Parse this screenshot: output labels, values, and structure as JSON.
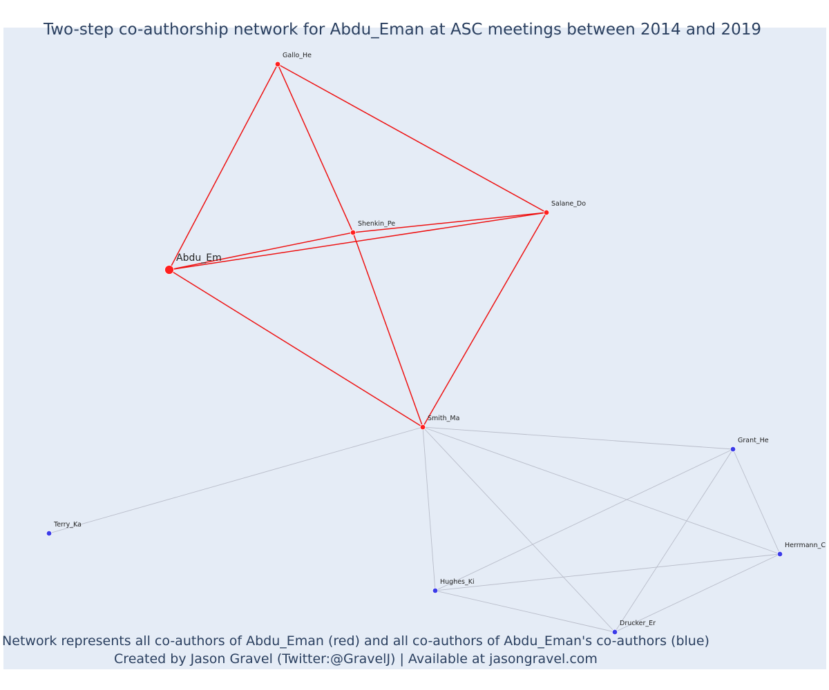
{
  "title": "Two-step co-authorship network for Abdu_Eman at ASC meetings between 2014 and 2019",
  "footer": {
    "line1": "Network represents all co-authors of Abdu_Eman (red) and all co-authors of Abdu_Eman's co-authors (blue)",
    "line2": "Created by Jason Gravel (Twitter:@GravelJ) | Available at jasongravel.com"
  },
  "colors": {
    "background": "#e5ecf6",
    "first_degree": "#ff1f1f",
    "second_degree": "#3b3be8",
    "edge_primary": "#ee1111",
    "edge_secondary": "#b8bcc9"
  },
  "nodes": [
    {
      "id": "Abdu_Em",
      "label": "Abdu_Em",
      "group": "focal"
    },
    {
      "id": "Gallo_He",
      "label": "Gallo_He",
      "group": "first"
    },
    {
      "id": "Salane_Do",
      "label": "Salane_Do",
      "group": "first"
    },
    {
      "id": "Shenkin_Pe",
      "label": "Shenkin_Pe",
      "group": "first"
    },
    {
      "id": "Smith_Ma",
      "label": "Smith_Ma",
      "group": "first"
    },
    {
      "id": "Grant_He",
      "label": "Grant_He",
      "group": "second"
    },
    {
      "id": "Terry_Ka",
      "label": "Terry_Ka",
      "group": "second"
    },
    {
      "id": "Herrmann_C",
      "label": "Herrmann_C",
      "group": "second"
    },
    {
      "id": "Hughes_Ki",
      "label": "Hughes_Ki",
      "group": "second"
    },
    {
      "id": "Drucker_Er",
      "label": "Drucker_Er",
      "group": "second"
    }
  ],
  "edges": [
    {
      "source": "Abdu_Em",
      "target": "Gallo_He",
      "type": "primary"
    },
    {
      "source": "Abdu_Em",
      "target": "Shenkin_Pe",
      "type": "primary"
    },
    {
      "source": "Abdu_Em",
      "target": "Salane_Do",
      "type": "primary"
    },
    {
      "source": "Abdu_Em",
      "target": "Smith_Ma",
      "type": "primary"
    },
    {
      "source": "Gallo_He",
      "target": "Shenkin_Pe",
      "type": "primary"
    },
    {
      "source": "Gallo_He",
      "target": "Salane_Do",
      "type": "primary"
    },
    {
      "source": "Shenkin_Pe",
      "target": "Salane_Do",
      "type": "primary"
    },
    {
      "source": "Shenkin_Pe",
      "target": "Smith_Ma",
      "type": "primary"
    },
    {
      "source": "Salane_Do",
      "target": "Smith_Ma",
      "type": "primary"
    },
    {
      "source": "Smith_Ma",
      "target": "Terry_Ka",
      "type": "secondary"
    },
    {
      "source": "Smith_Ma",
      "target": "Grant_He",
      "type": "secondary"
    },
    {
      "source": "Smith_Ma",
      "target": "Herrmann_C",
      "type": "secondary"
    },
    {
      "source": "Smith_Ma",
      "target": "Hughes_Ki",
      "type": "secondary"
    },
    {
      "source": "Smith_Ma",
      "target": "Drucker_Er",
      "type": "secondary"
    },
    {
      "source": "Grant_He",
      "target": "Herrmann_C",
      "type": "secondary"
    },
    {
      "source": "Grant_He",
      "target": "Hughes_Ki",
      "type": "secondary"
    },
    {
      "source": "Grant_He",
      "target": "Drucker_Er",
      "type": "secondary"
    },
    {
      "source": "Hughes_Ki",
      "target": "Herrmann_C",
      "type": "secondary"
    },
    {
      "source": "Hughes_Ki",
      "target": "Drucker_Er",
      "type": "secondary"
    },
    {
      "source": "Drucker_Er",
      "target": "Herrmann_C",
      "type": "secondary"
    }
  ]
}
